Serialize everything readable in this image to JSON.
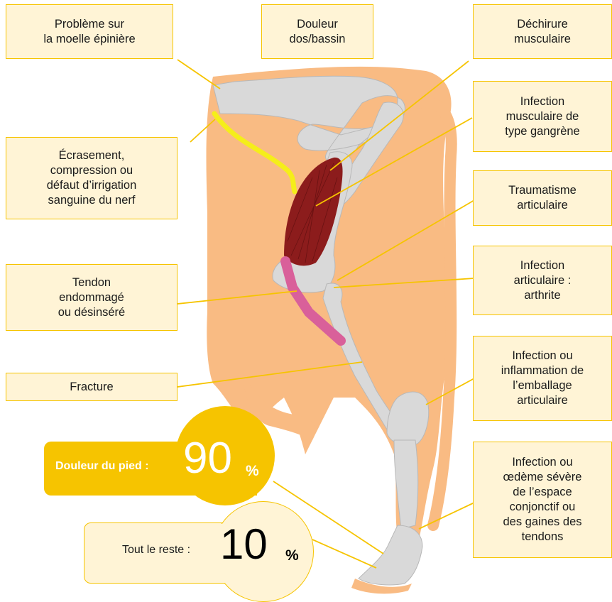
{
  "labels": {
    "spinal_cord": "Problème sur\nla moelle épinière",
    "back_pain": "Douleur\ndos/bassin",
    "muscle_tear": "Déchirure\nmusculaire",
    "gangrene": "Infection\nmusculaire de\ntype gangrène",
    "nerve": "Écrasement,\ncompression ou\ndéfaut d’irrigation\nsanguine du nerf",
    "joint_trauma": "Traumatisme\narticulaire",
    "tendon": "Tendon\nendommagé\nou désinséré",
    "arthritis": "Infection\narticulaire :\narthrite",
    "fracture": "Fracture",
    "joint_capsule": "Infection ou\ninflammation de\nl’emballage\narticulaire",
    "tendon_sheath": "Infection ou\nœdème sévère\nde l’espace\nconjonctif ou\ndes gaines des\ntendons"
  },
  "stats": {
    "foot_label": "Douleur du pied :",
    "foot_value": "90",
    "rest_label": "Tout le reste :",
    "rest_value": "10",
    "unit": "%"
  },
  "colors": {
    "body": "#f9bb83",
    "bone": "#d9d9d9",
    "muscle": "#8c1c1c",
    "tendon": "#d9609a",
    "nerve": "#f5ee1a",
    "accent": "#f6c400",
    "box_fill": "#fff4d6"
  }
}
